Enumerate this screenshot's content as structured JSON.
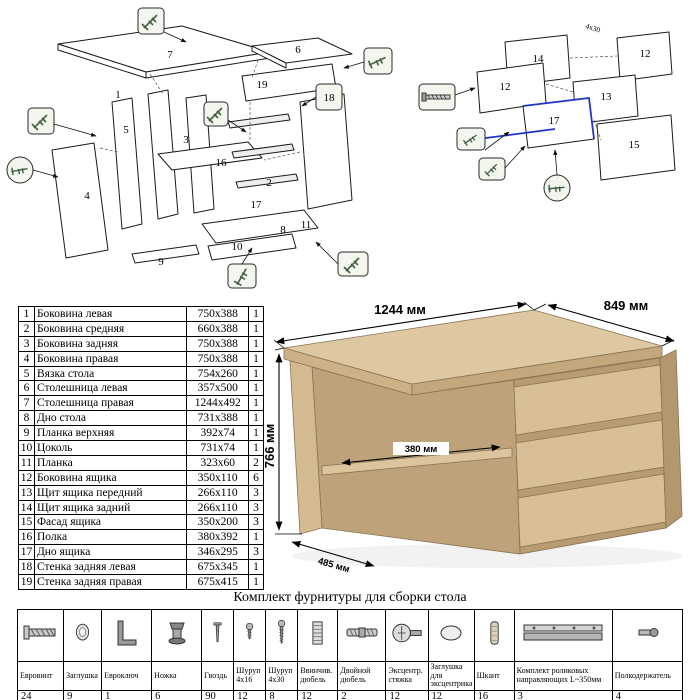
{
  "diagram_left": {
    "labels": [
      "7",
      "6",
      "19",
      "18",
      "5",
      "3",
      "16",
      "2",
      "8",
      "10",
      "4",
      "9",
      "1",
      "11",
      "17"
    ]
  },
  "diagram_right": {
    "labels": [
      "14",
      "12",
      "12",
      "13",
      "17",
      "15"
    ],
    "annotation": "4х30"
  },
  "parts_table": {
    "rows": [
      [
        "1",
        "Боковина левая",
        "750x388",
        "1"
      ],
      [
        "2",
        "Боковина средняя",
        "660x388",
        "1"
      ],
      [
        "3",
        "Боковина задняя",
        "750x388",
        "1"
      ],
      [
        "4",
        "Боковина правая",
        "750x388",
        "1"
      ],
      [
        "5",
        "Вязка стола",
        "754x260",
        "1"
      ],
      [
        "6",
        "Столешница левая",
        "357x500",
        "1"
      ],
      [
        "7",
        "Столешница правая",
        "1244x492",
        "1"
      ],
      [
        "8",
        "Дно стола",
        "731x388",
        "1"
      ],
      [
        "9",
        "Планка верхняя",
        "392x74",
        "1"
      ],
      [
        "10",
        "Цоколь",
        "731x74",
        "1"
      ],
      [
        "11",
        "Планка",
        "323x60",
        "2"
      ],
      [
        "12",
        "Боковина ящика",
        "350x110",
        "6"
      ],
      [
        "13",
        "Щит ящика передний",
        "266x110",
        "3"
      ],
      [
        "14",
        "Щит ящика задний",
        "266x110",
        "3"
      ],
      [
        "15",
        "Фасад ящика",
        "350x200",
        "3"
      ],
      [
        "16",
        "Полка",
        "380x392",
        "1"
      ],
      [
        "17",
        "Дно ящика",
        "346x295",
        "3"
      ],
      [
        "18",
        "Стенка задняя левая",
        "675x345",
        "1"
      ],
      [
        "19",
        "Стенка задняя правая",
        "675x415",
        "1"
      ]
    ]
  },
  "desk": {
    "width_label": "1244 мм",
    "depth_label": "849 мм",
    "height_label": "766 мм",
    "shelf_label": "380 мм",
    "front_label": "485 мм",
    "wood_color": "#ddc8a2"
  },
  "hardware": {
    "title": "Комплект фурнитуры для сборки стола",
    "items": [
      {
        "name": "Евровинт",
        "qty": "24",
        "icon": "euroscrew"
      },
      {
        "name": "Заглушка",
        "qty": "9",
        "icon": "plug"
      },
      {
        "name": "Евроключ",
        "qty": "1",
        "icon": "hexkey"
      },
      {
        "name": "Ножка",
        "qty": "6",
        "icon": "leg"
      },
      {
        "name": "Гвоздь",
        "qty": "90",
        "icon": "nail"
      },
      {
        "name": "Шуруп 4х16",
        "qty": "12",
        "icon": "screw-short"
      },
      {
        "name": "Шуруп 4х30",
        "qty": "8",
        "icon": "screw-long"
      },
      {
        "name": "Ввинчив. дюбель",
        "qty": "12",
        "icon": "insert-dowel"
      },
      {
        "name": "Двойной дюбель",
        "qty": "2",
        "icon": "double-dowel"
      },
      {
        "name": "Эксцентр. стяжка",
        "qty": "12",
        "icon": "cam-lock"
      },
      {
        "name": "Заглушка для эксцентрика",
        "qty": "12",
        "icon": "cam-cover"
      },
      {
        "name": "Шкант",
        "qty": "16",
        "icon": "dowel-pin"
      },
      {
        "name": "Комплект роликовых направляющих L~350мм",
        "qty": "3",
        "icon": "drawer-slide"
      },
      {
        "name": "Полкодержатель",
        "qty": "4",
        "icon": "shelf-pin"
      }
    ]
  }
}
